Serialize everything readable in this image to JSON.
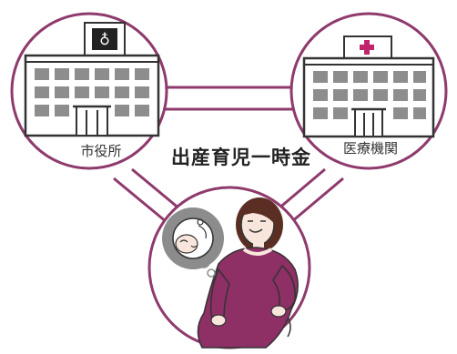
{
  "labels": {
    "city_hall": "市役所",
    "medical": "医療機関",
    "title": "出産育児一時金"
  },
  "colors": {
    "ring": "#8e3a6d",
    "connector": "#8e3a6d",
    "building_window": "#8d8d8d",
    "dress": "#8e2f66",
    "skin": "#f8e6dc",
    "hair": "#5b2e24",
    "thought_bubble": "#8c8c8c"
  },
  "icons": {
    "city_flag": "city-emblem-icon",
    "hospital_cross": "red-cross-icon"
  }
}
